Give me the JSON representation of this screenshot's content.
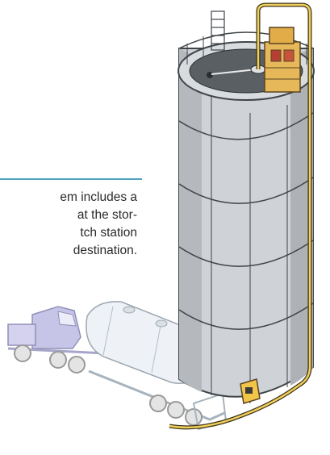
{
  "caption": {
    "lines": [
      "em includes a",
      "at the stor-",
      "tch station",
      "destination."
    ]
  },
  "colors": {
    "caption_rule": "#4fa3bf",
    "silo_body": "#c9ccd0",
    "silo_shade": "#a9acb0",
    "pipe": "#f0c84b",
    "dust_collector": "#e3b04a",
    "truck_cab": "#a9a6d6",
    "tanker": "#dfe6ee"
  },
  "icons": {
    "silo": "storage-silo",
    "dust_collector": "dust-collector-unit",
    "truck": "bulk-tanker-truck",
    "hose": "fill-hose",
    "station": "control-station-box"
  }
}
